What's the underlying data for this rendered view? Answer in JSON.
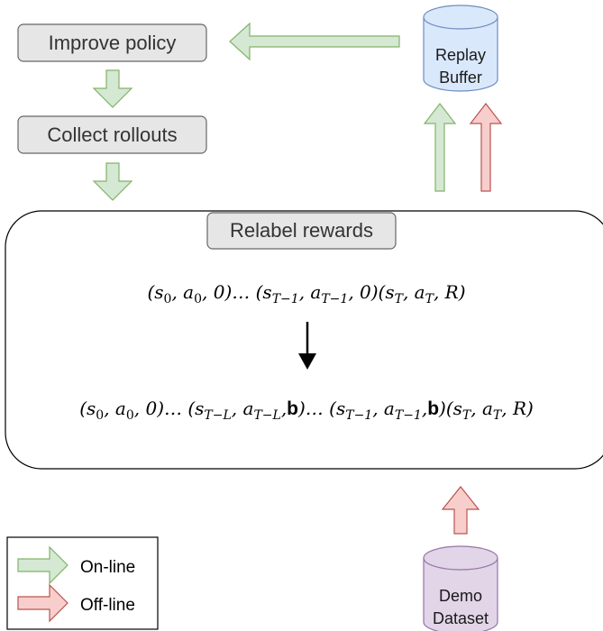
{
  "boxes": {
    "improve_policy": "Improve policy",
    "collect_rollouts": "Collect rollouts",
    "relabel_rewards": "Relabel rewards"
  },
  "cylinders": {
    "replay": {
      "line1": "Replay",
      "line2": "Buffer"
    },
    "demo": {
      "line1": "Demo",
      "line2": "Dataset"
    }
  },
  "sequences": {
    "original": {
      "p1": "(s",
      "s1": "0",
      "p2": ", a",
      "s2": "0",
      "p3": ", 0)… (s",
      "s3": "T−1",
      "p4": ", a",
      "s4": "T−1",
      "p5": ", 0)(s",
      "s5": "T",
      "p6": ", a",
      "s6": "T",
      "p7": ", R)"
    },
    "relabeled": {
      "p1": "(s",
      "s1": "0",
      "p2": ", a",
      "s2": "0",
      "p3": ", 0)… (s",
      "s3": "T−L",
      "p4": ", a",
      "s4": "T−L",
      "p5": ",",
      "b1": "b",
      "p6": ")… (s",
      "s5": "T−1",
      "p7": ", a",
      "s6": "T−1",
      "p8": ",",
      "b2": "b",
      "p9": ")(s",
      "s7": "T",
      "p10": ", a",
      "s8": "T",
      "p11": ", R)"
    }
  },
  "legend": {
    "online": "On-line",
    "offline": "Off-line"
  },
  "colors": {
    "online_fill": "#d5e8d4",
    "online_stroke": "#82b366",
    "offline_fill": "#f8cecc",
    "offline_stroke": "#b85450",
    "box_fill": "#e6e6e6",
    "box_stroke": "#666666",
    "replay_fill": "#dae8fc",
    "replay_stroke": "#6c8ebf",
    "demo_fill": "#e1d5e7",
    "demo_stroke": "#9673a6"
  }
}
